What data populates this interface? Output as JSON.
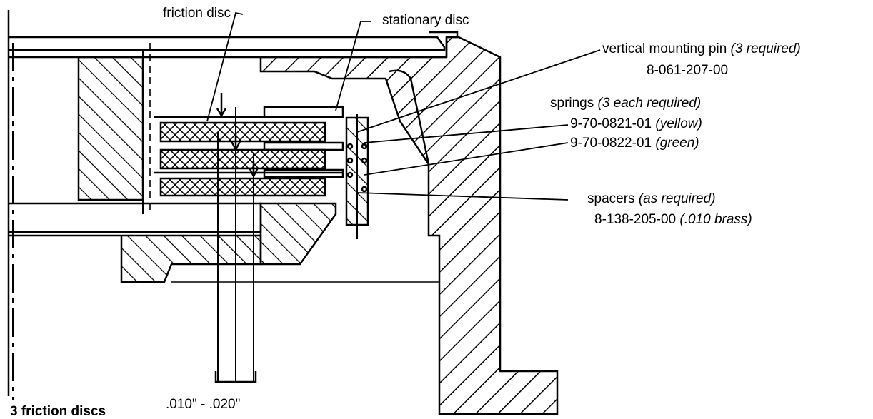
{
  "labels": {
    "friction_disc": "friction disc",
    "stationary_disc": "stationary disc",
    "mounting_pin": "vertical mounting pin",
    "mounting_pin_qty": "(3 required)",
    "mounting_pin_part": "8-061-207-00",
    "springs": "springs",
    "springs_qty": "(3 each required)",
    "spring_yellow_part": "9-70-0821-01",
    "spring_yellow_color": "(yellow)",
    "spring_green_part": "9-70-0822-01",
    "spring_green_color": "(green)",
    "spacers": "spacers",
    "spacers_qty": "(as required)",
    "spacers_part": "8-138-205-00",
    "spacers_material": "(.010 brass)",
    "gap_dimension": ".010\" - .020\"",
    "caption": "3 friction discs"
  },
  "colors": {
    "ink": "#000000",
    "paper": "#ffffff"
  }
}
